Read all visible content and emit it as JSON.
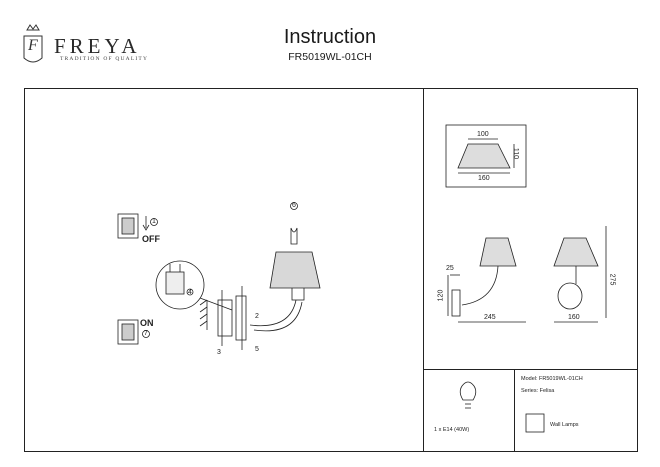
{
  "brand": {
    "name": "FREYA",
    "tagline": "TRADITION OF QUALITY",
    "logo_letter": "F"
  },
  "header": {
    "title": "Instruction",
    "subtitle": "FR5019WL-01CH"
  },
  "steps": {
    "off_label": "OFF",
    "on_label": "ON",
    "step1": "1",
    "step2": "2",
    "step3": "3",
    "step4": "4",
    "step5": "5",
    "step6": "6",
    "step7": "7"
  },
  "dimensions": {
    "shade_top": "100",
    "shade_height": "110",
    "shade_bottom": "160",
    "wall_offset": "25",
    "backplate_height": "120",
    "depth": "245",
    "front_width": "160",
    "total_height": "275"
  },
  "spec": {
    "bulb": "1 x E14 (40W)",
    "model": "Model: FR5019WL-01CH",
    "series": "Series: Felisa",
    "category": "Wall Lamps"
  },
  "colors": {
    "line": "#222222",
    "background": "#ffffff"
  }
}
